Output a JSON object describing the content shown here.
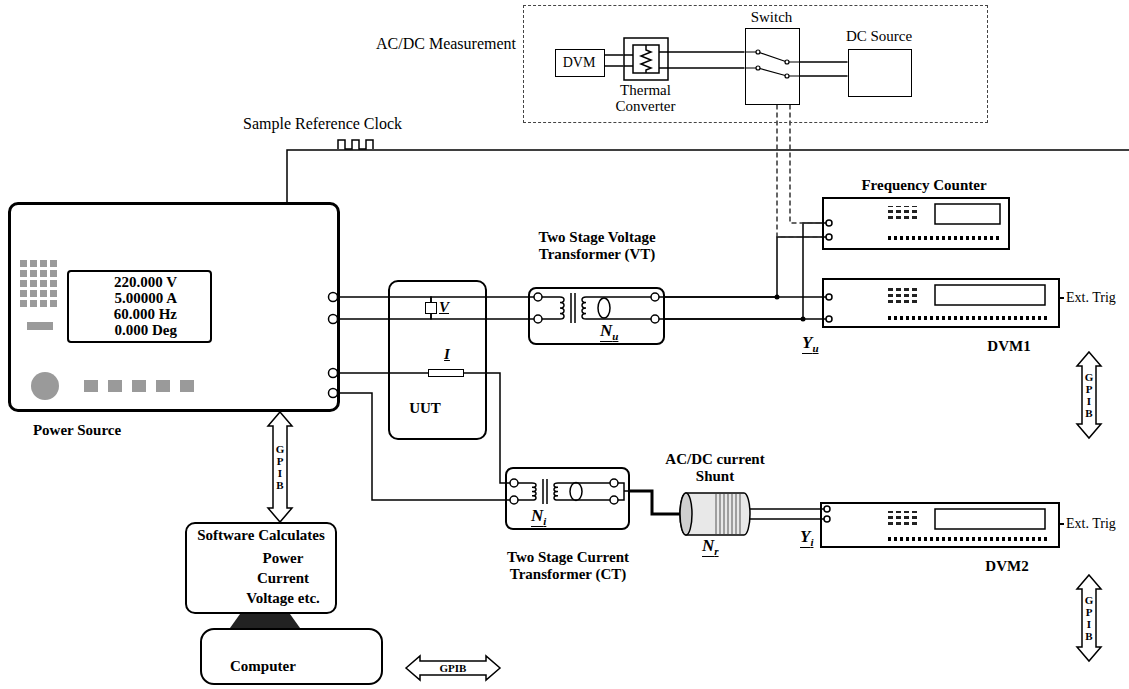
{
  "diagram": {
    "nodes": [
      {
        "text": [
          "AC/DC Measurement"
        ]
      },
      {
        "text": [
          "DVM"
        ],
        "in": 0
      },
      {
        "text": [
          "Thermal Converter"
        ],
        "in": 0
      },
      {
        "text": [
          "Switch"
        ],
        "in": 0
      },
      {
        "text": [
          "DC Source"
        ],
        "in": 0
      },
      {
        "text": [
          "Power Source"
        ]
      },
      {
        "text": [
          "220.000 V",
          "5.00000 A",
          "60.000 Hz",
          "0.000 Deg"
        ],
        "in": 5
      },
      {
        "text": [
          "UUT"
        ]
      },
      {
        "text": [
          "V"
        ],
        "in": 7
      },
      {
        "text": [
          "I"
        ],
        "in": 7
      },
      {
        "text": [
          "Two Stage Voltage Transformer (VT)",
          "Nu"
        ]
      },
      {
        "text": [
          "Frequency Counter"
        ]
      },
      {
        "text": [
          "DVM1"
        ]
      },
      {
        "text": [
          "Two Stage Current Transformer (CT)",
          "Ni"
        ]
      },
      {
        "text": [
          "AC/DC current Shunt",
          "Nr"
        ]
      },
      {
        "text": [
          "DVM2"
        ]
      },
      {
        "text": [
          "Software Calculates",
          "Power Current Voltage etc."
        ]
      },
      {
        "text": [
          "Computer"
        ]
      }
    ],
    "edges": [
      {
        "from": 1,
        "to": 2,
        "arrow": "none"
      },
      {
        "from": 2,
        "to": 3,
        "arrow": "none"
      },
      {
        "from": 3,
        "to": 4,
        "arrow": "none"
      },
      {
        "from": 5,
        "to": 8,
        "arrow": "none"
      },
      {
        "from": 8,
        "to": 10,
        "arrow": "none"
      },
      {
        "from": 5,
        "to": 9,
        "arrow": "none"
      },
      {
        "from": 9,
        "to": 13,
        "arrow": "none"
      },
      {
        "from": 5,
        "to": 13,
        "arrow": "none"
      },
      {
        "from": 10,
        "to": 12,
        "arrow": "none"
      },
      {
        "from": 10,
        "to": 11,
        "arrow": "none"
      },
      {
        "from": 3,
        "to": 11,
        "arrow": "none"
      },
      {
        "from": 13,
        "to": 14,
        "arrow": "none"
      },
      {
        "from": 14,
        "to": 15,
        "arrow": "none"
      },
      {
        "from": 5,
        "to": 16,
        "label": "GPIB",
        "arrow": "both"
      }
    ],
    "labels": [
      "Sample Reference Clock",
      "Yu",
      "Ext. Trig",
      "GPIB",
      "Yi",
      "Ext. Trig",
      "GPIB",
      "GPIB"
    ]
  }
}
